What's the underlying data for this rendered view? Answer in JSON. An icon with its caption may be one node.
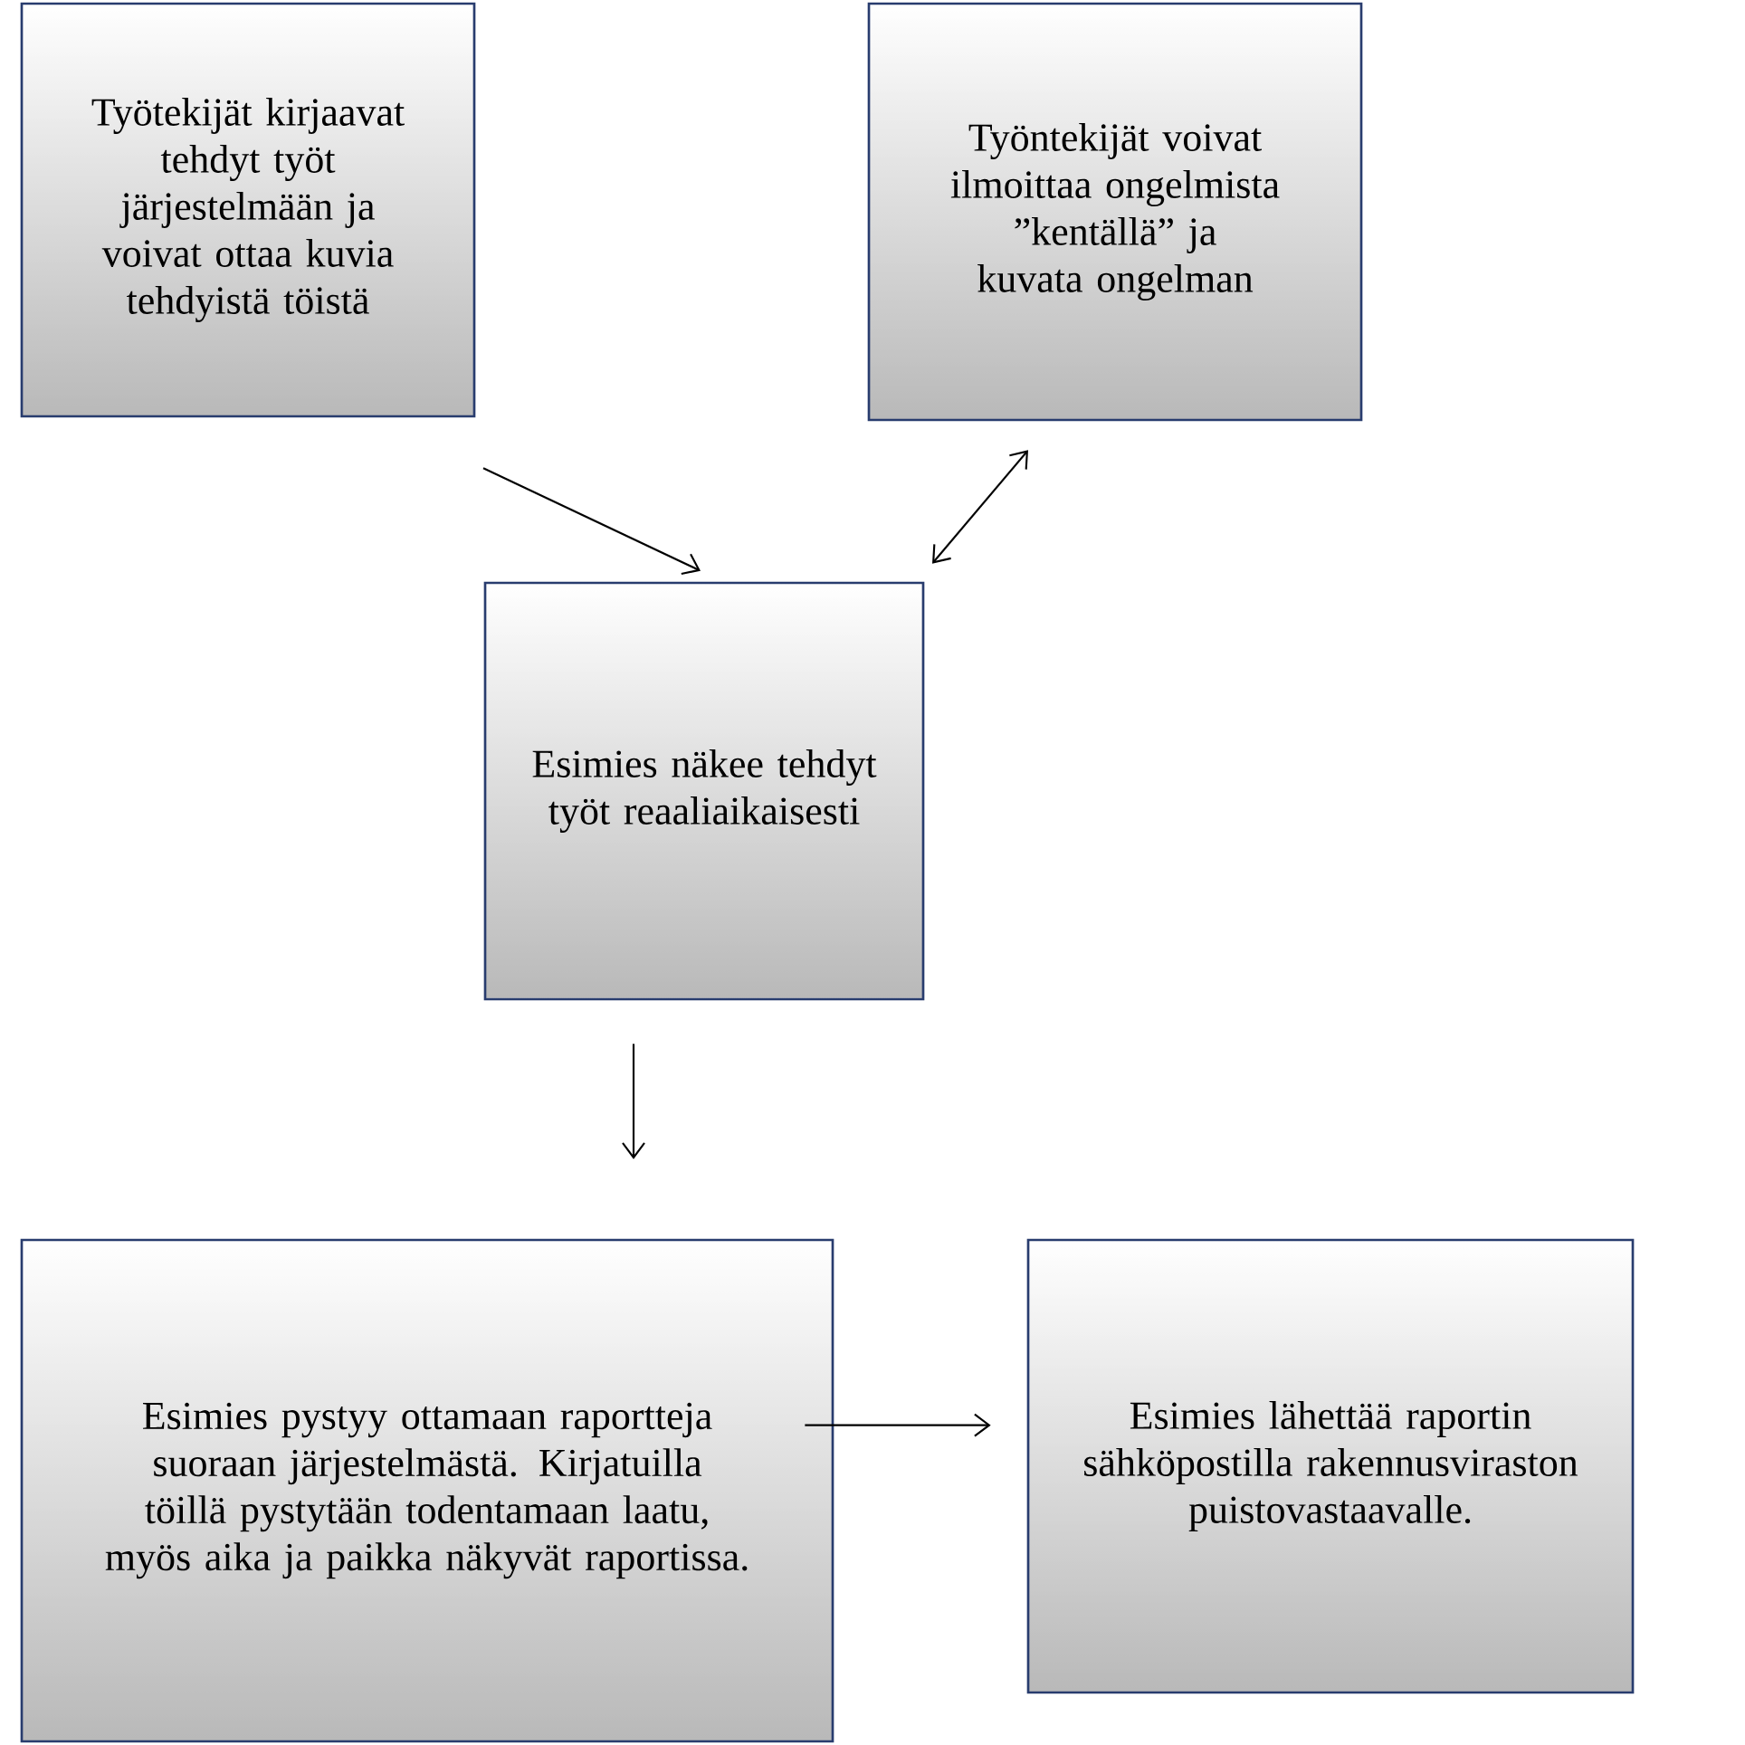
{
  "diagram": {
    "nodes": [
      {
        "text": [
          "Työtekijät kirjaavat tehdyt työt järjestelmään ja voivat ottaa kuvia tehdyistä töistä"
        ]
      },
      {
        "text": [
          "Työntekijät voivat ilmoittaa ongelmista ”kentällä” ja kuvata ongelman"
        ]
      },
      {
        "text": [
          "Esimies näkee tehdyt työt reaaliaikaisesti"
        ]
      },
      {
        "text": [
          "Esimies pystyy ottamaan raportteja suoraan järjestelmästä. Kirjatuilla töillä pystytään todentamaan laatu, myös aika ja paikka näkyvät raportissa."
        ]
      },
      {
        "text": [
          "Esimies lähettää raportin sähköpostilla rakennusviraston puistovastaavalle."
        ]
      }
    ],
    "edges": [
      {
        "from": 0,
        "to": 2,
        "arrow": "to"
      },
      {
        "from": 2,
        "to": 1,
        "arrow": "both"
      },
      {
        "from": 2,
        "to": 3,
        "arrow": "to"
      },
      {
        "from": 3,
        "to": 4,
        "arrow": "to"
      }
    ]
  }
}
